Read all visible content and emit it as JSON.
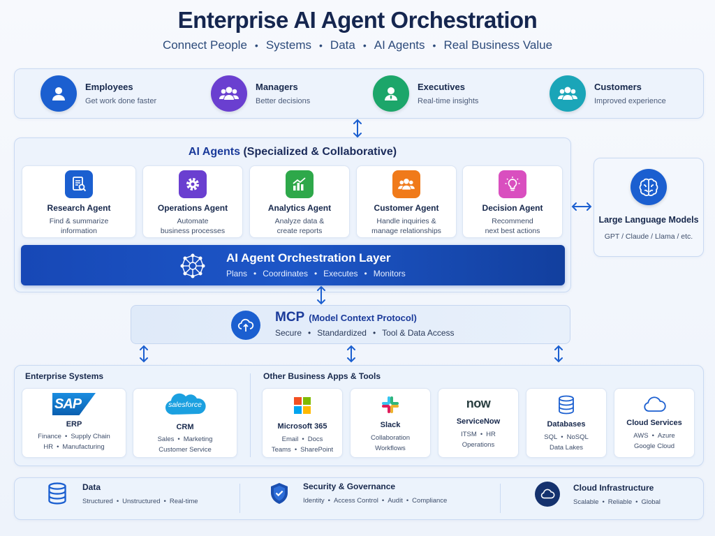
{
  "header": {
    "title": "Enterprise AI Agent Orchestration",
    "subtitle": [
      "Connect People",
      "Systems",
      "Data",
      "AI Agents",
      "Real Business Value"
    ]
  },
  "personas": [
    {
      "name": "Employees",
      "desc": "Get work done faster",
      "color": "#1b5fd0",
      "icon": "person-icon"
    },
    {
      "name": "Managers",
      "desc": "Better decisions",
      "color": "#6a3fd0",
      "icon": "group-icon"
    },
    {
      "name": "Executives",
      "desc": "Real-time insights",
      "color": "#1ca66a",
      "icon": "person-icon"
    },
    {
      "name": "Customers",
      "desc": "Improved experience",
      "color": "#1aa5b8",
      "icon": "group-icon"
    }
  ],
  "agents_section": {
    "title_accent": "AI Agents",
    "title_rest": " (Specialized & Collaborative)",
    "agents": [
      {
        "name": "Research Agent",
        "desc": "Find & summarize",
        "desc2": "information",
        "color": "#1b5fd0",
        "icon": "document-search-icon"
      },
      {
        "name": "Operations Agent",
        "desc": "Automate",
        "desc2": "business processes",
        "color": "#6a3fd0",
        "icon": "gear-icon"
      },
      {
        "name": "Analytics Agent",
        "desc": "Analyze data &",
        "desc2": "create reports",
        "color": "#2ea84a",
        "icon": "bar-chart-icon"
      },
      {
        "name": "Customer Agent",
        "desc": "Handle inquiries &",
        "desc2": "manage relationships",
        "color": "#f07a1a",
        "icon": "group-icon"
      },
      {
        "name": "Decision Agent",
        "desc": "Recommend",
        "desc2": "next best actions",
        "color": "#d94fbf",
        "icon": "lightbulb-icon"
      }
    ]
  },
  "orchestration": {
    "title": "AI Agent Orchestration Layer",
    "steps": [
      "Plans",
      "Coordinates",
      "Executes",
      "Monitors"
    ]
  },
  "llm": {
    "title": "Large Language Models",
    "desc": "GPT / Claude / Llama / etc."
  },
  "mcp": {
    "title": "MCP",
    "title_rest": "(Model Context Protocol)",
    "items": [
      "Secure",
      "Standardized",
      "Tool & Data Access"
    ]
  },
  "enterprise": {
    "title": "Enterprise Systems",
    "cards": [
      {
        "logo": "SAP",
        "name": "ERP",
        "line1": [
          "Finance",
          "Supply Chain"
        ],
        "line2": [
          "HR",
          "Manufacturing"
        ]
      },
      {
        "logo": "salesforce",
        "name": "CRM",
        "line1": [
          "Sales",
          "Marketing"
        ],
        "line2": [
          "Customer Service"
        ]
      }
    ]
  },
  "apps": {
    "title": "Other Business Apps & Tools",
    "cards": [
      {
        "name": "Microsoft 365",
        "line1": [
          "Email",
          "Docs"
        ],
        "line2": [
          "Teams",
          "SharePoint"
        ],
        "icon": "microsoft-logo-icon"
      },
      {
        "name": "Slack",
        "line1": [
          "Collaboration"
        ],
        "line2": [
          "Workflows"
        ],
        "icon": "slack-logo-icon"
      },
      {
        "name": "ServiceNow",
        "logo": "now",
        "line1": [
          "ITSM",
          "HR"
        ],
        "line2": [
          "Operations"
        ],
        "icon": "servicenow-logo-icon"
      },
      {
        "name": "Databases",
        "line1": [
          "SQL",
          "NoSQL"
        ],
        "line2": [
          "Data Lakes"
        ],
        "icon": "database-icon"
      },
      {
        "name": "Cloud Services",
        "line1": [
          "AWS",
          "Azure"
        ],
        "line2": [
          "Google Cloud"
        ],
        "icon": "cloud-icon"
      }
    ]
  },
  "footer": [
    {
      "name": "Data",
      "items": [
        "Structured",
        "Unstructured",
        "Real-time"
      ],
      "icon": "database-icon"
    },
    {
      "name": "Security & Governance",
      "items": [
        "Identity",
        "Access Control",
        "Audit",
        "Compliance"
      ],
      "icon": "shield-icon"
    },
    {
      "name": "Cloud Infrastructure",
      "items": [
        "Scalable",
        "Reliable",
        "Global"
      ],
      "icon": "cloud-icon"
    }
  ],
  "colors": {
    "accent": "#1b5fd0",
    "arrow": "#1b5fd0",
    "dark_blue": "#15264f"
  }
}
